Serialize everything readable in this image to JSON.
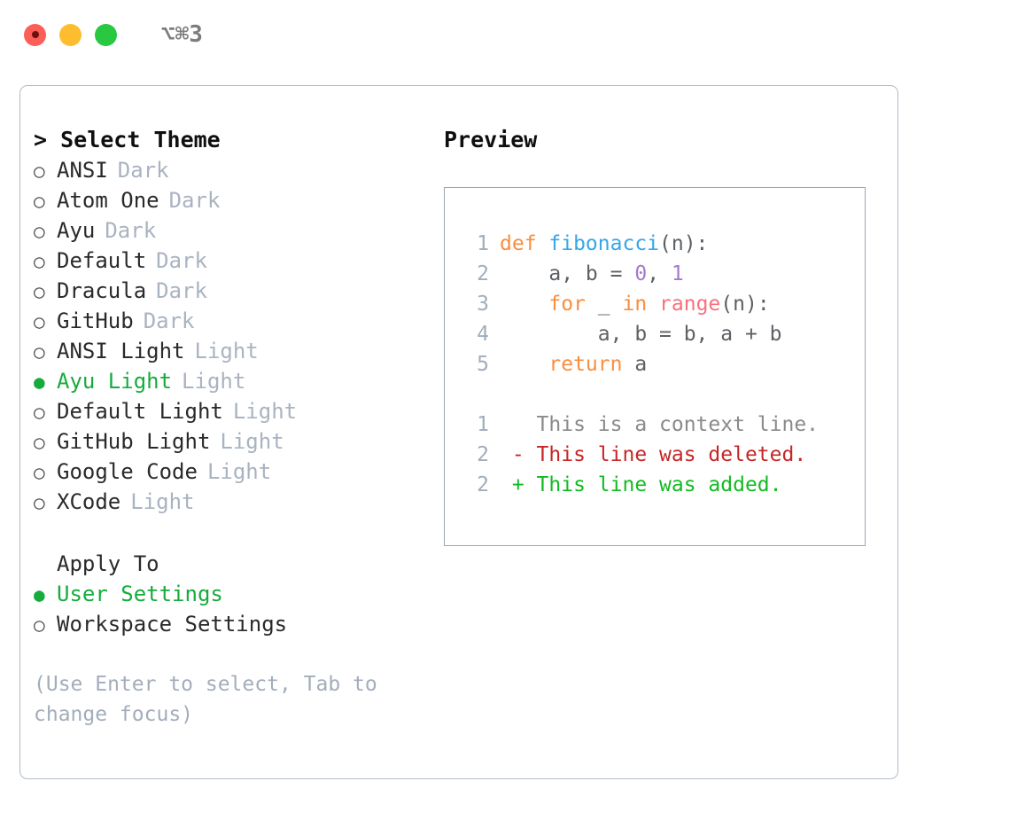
{
  "titlebar": {
    "shortcut": "⌥⌘3",
    "buttons": [
      {
        "name": "close",
        "color": "#fc5f58"
      },
      {
        "name": "minimize",
        "color": "#fdbd2e"
      },
      {
        "name": "maximize",
        "color": "#28c840"
      }
    ]
  },
  "theme_list": {
    "header": "> Select Theme",
    "items": [
      {
        "marker": "○",
        "label": "ANSI",
        "badge": "Dark",
        "selected": false
      },
      {
        "marker": "○",
        "label": "Atom One",
        "badge": "Dark",
        "selected": false
      },
      {
        "marker": "○",
        "label": "Ayu",
        "badge": "Dark",
        "selected": false
      },
      {
        "marker": "○",
        "label": "Default",
        "badge": "Dark",
        "selected": false
      },
      {
        "marker": "○",
        "label": "Dracula",
        "badge": "Dark",
        "selected": false
      },
      {
        "marker": "○",
        "label": "GitHub",
        "badge": "Dark",
        "selected": false
      },
      {
        "marker": "○",
        "label": "ANSI Light",
        "badge": "Light",
        "selected": false
      },
      {
        "marker": "●",
        "label": "Ayu Light",
        "badge": "Light",
        "selected": true
      },
      {
        "marker": "○",
        "label": "Default Light",
        "badge": "Light",
        "selected": false
      },
      {
        "marker": "○",
        "label": "GitHub Light",
        "badge": "Light",
        "selected": false
      },
      {
        "marker": "○",
        "label": "Google Code",
        "badge": "Light",
        "selected": false
      },
      {
        "marker": "○",
        "label": "XCode",
        "badge": "Light",
        "selected": false
      }
    ]
  },
  "apply_to": {
    "title": "Apply To",
    "items": [
      {
        "marker": "●",
        "label": "User Settings",
        "selected": true
      },
      {
        "marker": "○",
        "label": "Workspace Settings",
        "selected": false
      }
    ]
  },
  "hint": "(Use Enter to select, Tab to change focus)",
  "preview": {
    "title": "Preview",
    "code_lines": [
      {
        "ln": "1",
        "tokens": [
          {
            "t": "def ",
            "c": "kw"
          },
          {
            "t": "fibonacci",
            "c": "fn"
          },
          {
            "t": "(n):",
            "c": "txt"
          }
        ]
      },
      {
        "ln": "2",
        "tokens": [
          {
            "t": "    a, b = ",
            "c": "txt"
          },
          {
            "t": "0",
            "c": "num"
          },
          {
            "t": ", ",
            "c": "txt"
          },
          {
            "t": "1",
            "c": "num"
          }
        ]
      },
      {
        "ln": "3",
        "tokens": [
          {
            "t": "    for ",
            "c": "kw"
          },
          {
            "t": "_ ",
            "c": "txt"
          },
          {
            "t": "in ",
            "c": "kw"
          },
          {
            "t": "range",
            "c": "call"
          },
          {
            "t": "(n):",
            "c": "txt"
          }
        ]
      },
      {
        "ln": "4",
        "tokens": [
          {
            "t": "        a, b = b, a + b",
            "c": "txt"
          }
        ]
      },
      {
        "ln": "5",
        "tokens": [
          {
            "t": "    return ",
            "c": "kw"
          },
          {
            "t": "a",
            "c": "txt"
          }
        ]
      }
    ],
    "diff_lines": [
      {
        "ln": "1",
        "tokens": [
          {
            "t": "   This is a context line.",
            "c": "ctx"
          }
        ]
      },
      {
        "ln": "2",
        "tokens": [
          {
            "t": " - This line was deleted.",
            "c": "del"
          }
        ]
      },
      {
        "ln": "2",
        "tokens": [
          {
            "t": " + This line was added.",
            "c": "add"
          }
        ]
      }
    ]
  },
  "colors": {
    "accent_green": "#16ac3d",
    "muted": "#a9b3c1",
    "border": "#b2bcc9",
    "preview_border": "#9aa7b6",
    "kw": "#fa8d3e",
    "fn": "#36a6e8",
    "call": "#f8707e",
    "num": "#a37acc",
    "del": "#c72626",
    "add": "#12bb22"
  }
}
